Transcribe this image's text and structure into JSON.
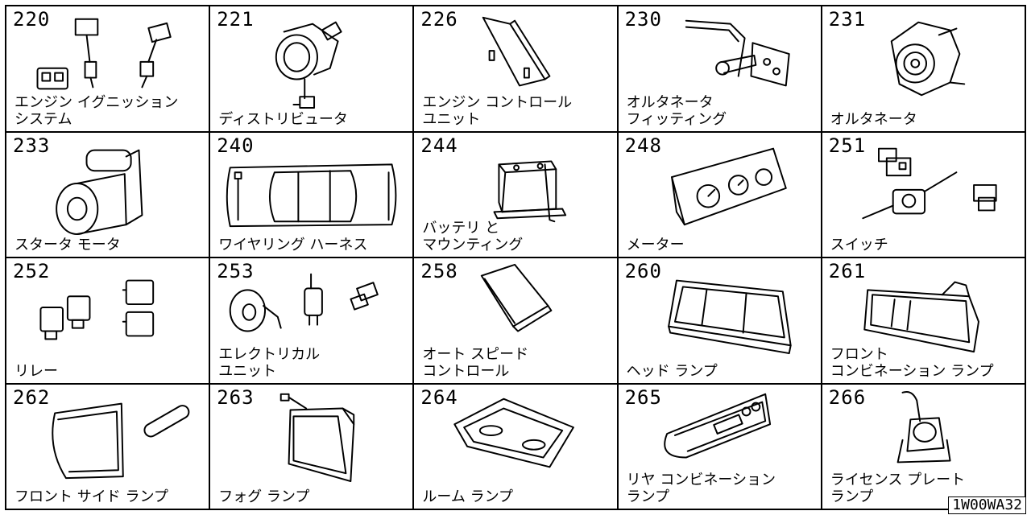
{
  "catalog": {
    "code": "1W00WA32",
    "groups": [
      {
        "number": "220",
        "name": "エンジン イグニッション\nシステム"
      },
      {
        "number": "221",
        "name": "ディストリビュータ"
      },
      {
        "number": "226",
        "name": "エンジン コントロール\nユニット"
      },
      {
        "number": "230",
        "name": "オルタネータ\nフィッティング"
      },
      {
        "number": "231",
        "name": "オルタネータ"
      },
      {
        "number": "233",
        "name": "スタータ モータ"
      },
      {
        "number": "240",
        "name": "ワイヤリング ハーネス"
      },
      {
        "number": "244",
        "name": "バッテリ と\nマウンティング"
      },
      {
        "number": "248",
        "name": "メーター"
      },
      {
        "number": "251",
        "name": "スイッチ"
      },
      {
        "number": "252",
        "name": "リレー"
      },
      {
        "number": "253",
        "name": "エレクトリカル\nユニット"
      },
      {
        "number": "258",
        "name": "オート スピード\nコントロール"
      },
      {
        "number": "260",
        "name": "ヘッド ランプ"
      },
      {
        "number": "261",
        "name": "フロント\nコンビネーション ランプ"
      },
      {
        "number": "262",
        "name": "フロント サイド ランプ"
      },
      {
        "number": "263",
        "name": "フォグ ランプ"
      },
      {
        "number": "264",
        "name": "ルーム ランプ"
      },
      {
        "number": "265",
        "name": "リヤ コンビネーション\nランプ"
      },
      {
        "number": "266",
        "name": "ライセンス プレート\nランプ"
      }
    ]
  }
}
